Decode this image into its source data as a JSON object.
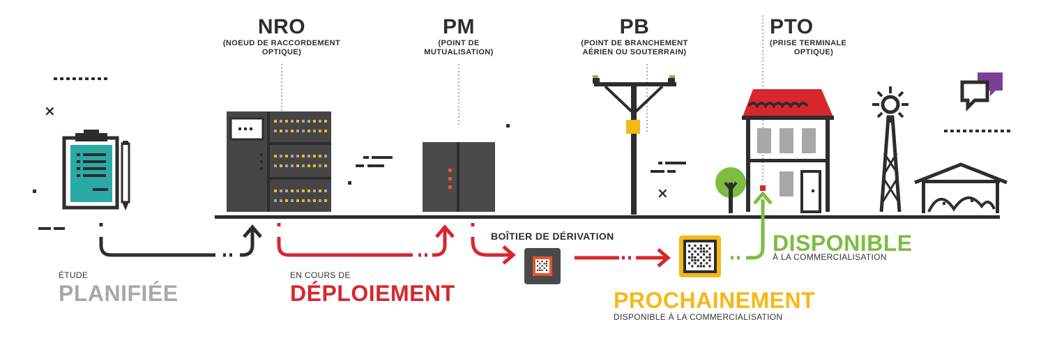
{
  "nodes": {
    "nro": {
      "title": "NRO",
      "subtitle_1": "(NOEUD DE RACCORDEMENT",
      "subtitle_2": "OPTIQUE)"
    },
    "pm": {
      "title": "PM",
      "subtitle_1": "(POINT DE",
      "subtitle_2": "MUTUALISATION)"
    },
    "pb": {
      "title": "PB",
      "subtitle_1": "(POINT DE BRANCHEMENT",
      "subtitle_2": "AÉRIEN OU SOUTERRAIN)"
    },
    "pto": {
      "title": "PTO",
      "subtitle_1": "(PRISE TERMINALE",
      "subtitle_2": "OPTIQUE)"
    }
  },
  "stages": {
    "planifiee": {
      "small": "ÉTUDE",
      "big": "PLANIFIÉE",
      "color": "#a8a8a8"
    },
    "deploiement": {
      "small": "EN COURS DE",
      "big": "DÉPLOIEMENT",
      "color": "#d8262d"
    },
    "boitier": {
      "label": "BOÎTIER DE DÉRIVATION"
    },
    "prochainement": {
      "big": "PROCHAINEMENT",
      "small": "DISPONIBLE À LA COMMERCIALISATION",
      "color": "#f6b817"
    },
    "disponible": {
      "big": "DISPONIBLE",
      "small": "À LA COMMERCIALISATION",
      "color": "#7cbd3f"
    }
  },
  "colors": {
    "dark": "#2d2d2d",
    "red": "#d8262d",
    "green": "#7cbd3f",
    "yellow": "#f6b817",
    "teal": "#2aa9a6",
    "purple": "#7b3f98",
    "grey": "#a8a8a8"
  },
  "icons": [
    "clipboard-icon",
    "pencil-icon",
    "server-rack-icon",
    "cabinet-icon",
    "utility-pole-icon",
    "house-icon",
    "tree-icon",
    "wind-turbine-icon",
    "barn-icon",
    "chat-bubbles-icon",
    "chip-icon"
  ]
}
